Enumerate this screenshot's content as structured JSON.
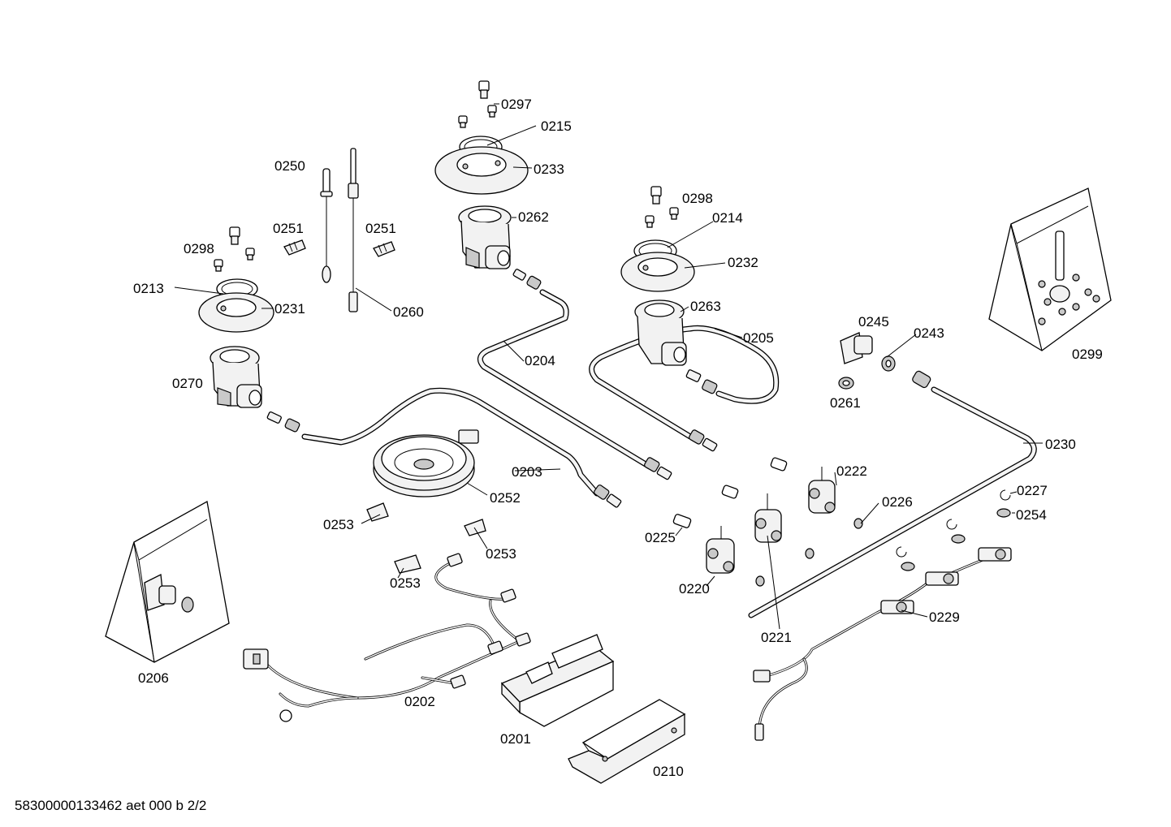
{
  "labels": {
    "l0297": "0297",
    "l0215": "0215",
    "l0233": "0233",
    "l0250": "0250",
    "l0251a": "0251",
    "l0251b": "0251",
    "l0298a": "0298",
    "l0298b": "0298",
    "l0213": "0213",
    "l0231": "0231",
    "l0260": "0260",
    "l0262": "0262",
    "l0214": "0214",
    "l0232": "0232",
    "l0263": "0263",
    "l0205": "0205",
    "l0204": "0204",
    "l0270": "0270",
    "l0245": "0245",
    "l0243": "0243",
    "l0261": "0261",
    "l0299": "0299",
    "l0230": "0230",
    "l0203": "0203",
    "l0252": "0252",
    "l0222": "0222",
    "l0253a": "0253",
    "l0253b": "0253",
    "l0253c": "0253",
    "l0226": "0226",
    "l0227": "0227",
    "l0254": "0254",
    "l0225": "0225",
    "l0220": "0220",
    "l0221": "0221",
    "l0229": "0229",
    "l0206": "0206",
    "l0202": "0202",
    "l0201": "0201",
    "l0210": "0210"
  },
  "footer": {
    "doc_id": "58300000133462 aet 000 b 2/2"
  }
}
